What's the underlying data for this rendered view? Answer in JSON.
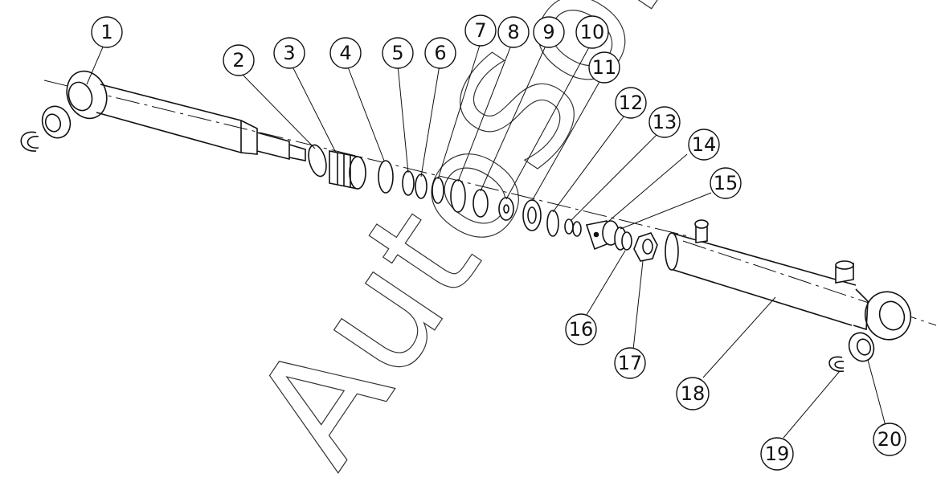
{
  "diagram": {
    "callouts": [
      {
        "id": "1",
        "label": "1"
      },
      {
        "id": "2",
        "label": "2"
      },
      {
        "id": "3",
        "label": "3"
      },
      {
        "id": "4",
        "label": "4"
      },
      {
        "id": "5",
        "label": "5"
      },
      {
        "id": "6",
        "label": "6"
      },
      {
        "id": "7",
        "label": "7"
      },
      {
        "id": "8",
        "label": "8"
      },
      {
        "id": "9",
        "label": "9"
      },
      {
        "id": "10",
        "label": "10"
      },
      {
        "id": "11",
        "label": "11"
      },
      {
        "id": "12",
        "label": "12"
      },
      {
        "id": "13",
        "label": "13"
      },
      {
        "id": "14",
        "label": "14"
      },
      {
        "id": "15",
        "label": "15"
      },
      {
        "id": "16",
        "label": "16"
      },
      {
        "id": "17",
        "label": "17"
      },
      {
        "id": "18",
        "label": "18"
      },
      {
        "id": "19",
        "label": "19"
      },
      {
        "id": "20",
        "label": "20"
      }
    ],
    "watermark": "AutoSoft"
  }
}
